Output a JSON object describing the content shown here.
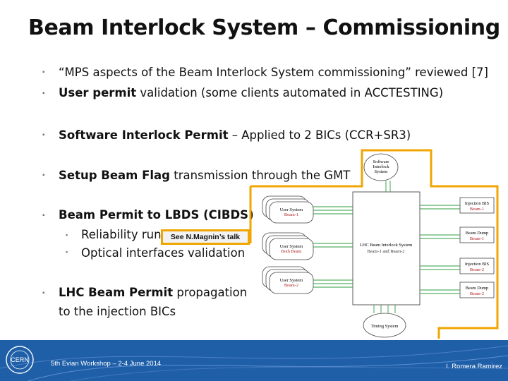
{
  "slide": {
    "title": "Beam Interlock System – Commissioning",
    "bullets": [
      {
        "text": "“MPS aspects of the Beam Interlock System commissioning” reviewed [7]"
      },
      {
        "bold": "User permit",
        "rest": " validation  (some clients automated in ACCTESTING)"
      },
      {
        "bold": "Software Interlock Permit",
        "rest": " – Applied to 2 BICs (CCR+SR3)"
      },
      {
        "bold": "Setup Beam Flag",
        "rest": " transmission through the GMT"
      },
      {
        "bold": "Beam Permit to LBDS (CIBDS)"
      },
      {
        "bold": "LHC Beam Permit",
        "rest": " propagation",
        "line2": "to the injection BICs"
      }
    ],
    "subbullets": [
      "Reliability run",
      "Optical interfaces validation"
    ],
    "callout": "See N.Magnin’s talk"
  },
  "diagram": {
    "software_interlock": "Software Interlock System",
    "user_systems": [
      "User System Beam-1",
      "User System Both Beam",
      "User System Beam-2"
    ],
    "bis_label": "LHC Beam Interlock System",
    "bis_sub": "Beam-1 and Beam-2",
    "right_boxes": [
      "Injection BIS Beam-1",
      "Beam Dump Beam-1",
      "Injection BIS Beam-2",
      "Beam Dump Beam-2"
    ],
    "timing": "Timing System"
  },
  "footer": {
    "logo": "CERN",
    "workshop": "5th Evian Workshop – 2-4 June 2014",
    "author": "I. Romera Ramirez"
  },
  "colors": {
    "footer_bg": "#1f5fa8",
    "callout_border": "#f0a500",
    "diagram_border": "#f0a500",
    "green": "#2e9e3f"
  }
}
